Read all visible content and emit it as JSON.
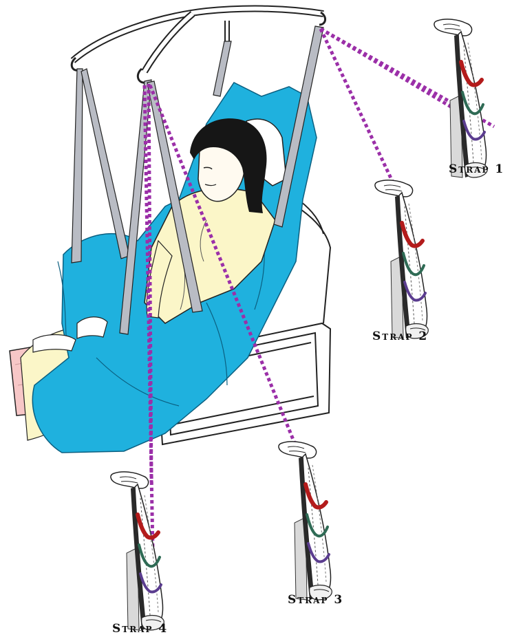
{
  "labels": {
    "strap1": "Strap 1",
    "strap2": "Strap 2",
    "strap3": "Strap 3",
    "strap4": "Strap 4"
  },
  "colors": {
    "sling": "#1fb1de",
    "sling_dark": "#0b86b4",
    "strap": "#b9bcc4",
    "gown": "#fbf6c8",
    "skin": "#fffaf0",
    "hair": "#161616",
    "blanket": "#f7c7c7",
    "connector": "#9b2fa8",
    "loop_red": "#b31b1b",
    "loop_green": "#2f6b55",
    "loop_purple": "#5b3d8f"
  }
}
